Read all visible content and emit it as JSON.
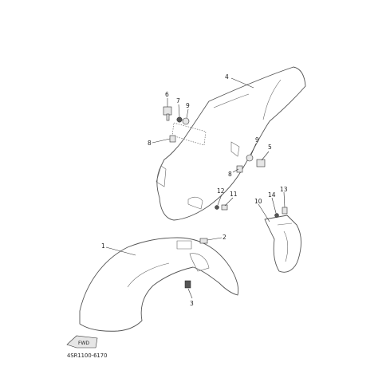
{
  "diagram": {
    "code": "4SR1100-6170",
    "fwd_label": "FWD",
    "callouts": {
      "c1": "1",
      "c2": "2",
      "c3": "3",
      "c4": "4",
      "c5": "5",
      "c6": "6",
      "c7": "7",
      "c8a": "8",
      "c8b": "8",
      "c9a": "9",
      "c9b": "9",
      "c10": "10",
      "c11": "11",
      "c12": "12",
      "c13": "13",
      "c14": "14"
    }
  }
}
